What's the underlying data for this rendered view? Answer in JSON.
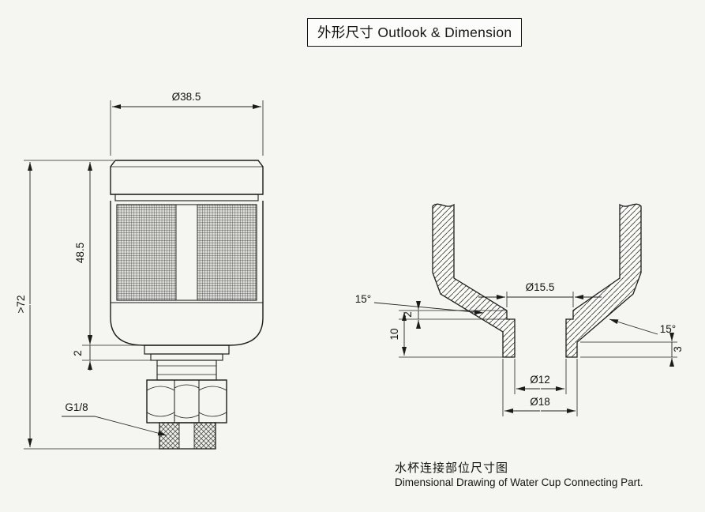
{
  "title": "外形尺寸 Outlook & Dimension",
  "left_view": {
    "name": "breather-front-view",
    "dim_diameter_top": "Ø38.5",
    "dim_body_height": "48.5",
    "dim_total_height": ">72",
    "dim_step": "2",
    "thread_label": "G1/8"
  },
  "right_view": {
    "name": "water-cup-connection-section",
    "dim_bore": "Ø15.5",
    "dim_angle_left": "15°",
    "dim_counterbore_depth": "2",
    "dim_boss_depth": "10",
    "dim_angle_right": "15°",
    "dim_lip": "3",
    "dim_hole": "Ø12",
    "dim_boss_outer": "Ø18",
    "caption_cn": "水杯连接部位尺寸图",
    "caption_en": "Dimensional Drawing of Water Cup Connecting Part."
  },
  "colors": {
    "line": "#1b1b1b",
    "background": "#f5f5f1",
    "title_box_fill": "#fcfcfa"
  }
}
